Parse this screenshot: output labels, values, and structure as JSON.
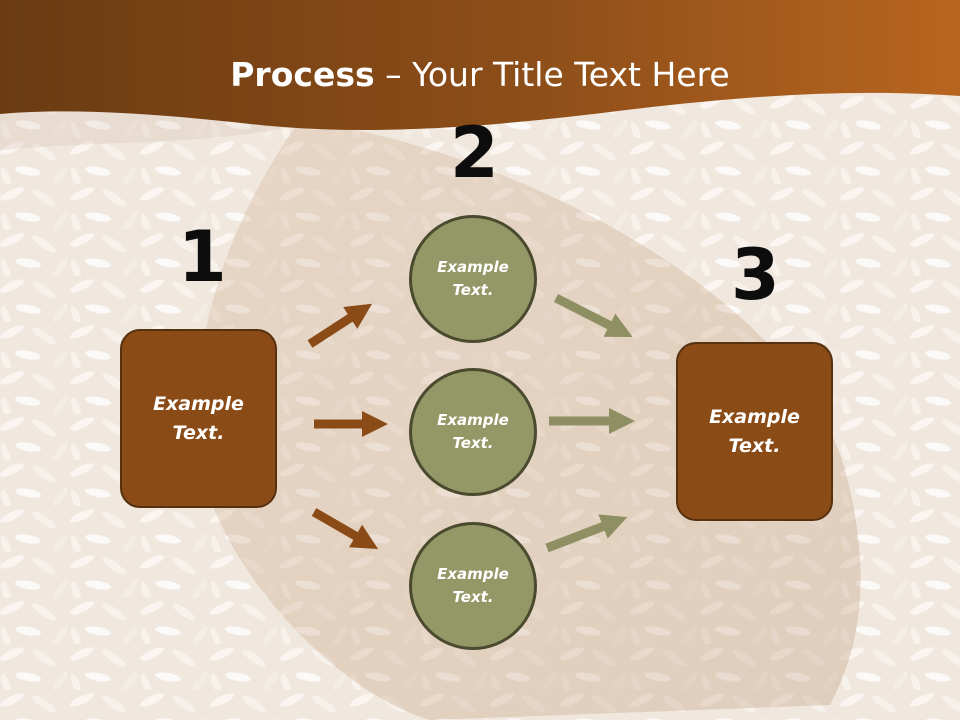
{
  "title": {
    "bold": "Process",
    "rest": " – Your Title Text Here"
  },
  "numbers": [
    "1",
    "2",
    "3"
  ],
  "steps": {
    "left_box": "Example\nText.",
    "circle_top": "Example\nText.",
    "circle_middle": "Example\nText.",
    "circle_bottom": "Example\nText.",
    "right_box": "Example\nText."
  },
  "colors": {
    "header": "#8a4b17",
    "box_fill": "#8a4b17",
    "box_border": "#55310f",
    "circle_fill": "#949766",
    "circle_border": "#494a2e",
    "arrow_brown": "#8a4b17",
    "arrow_olive": "#8e8f63",
    "background": "#ede5d9"
  }
}
